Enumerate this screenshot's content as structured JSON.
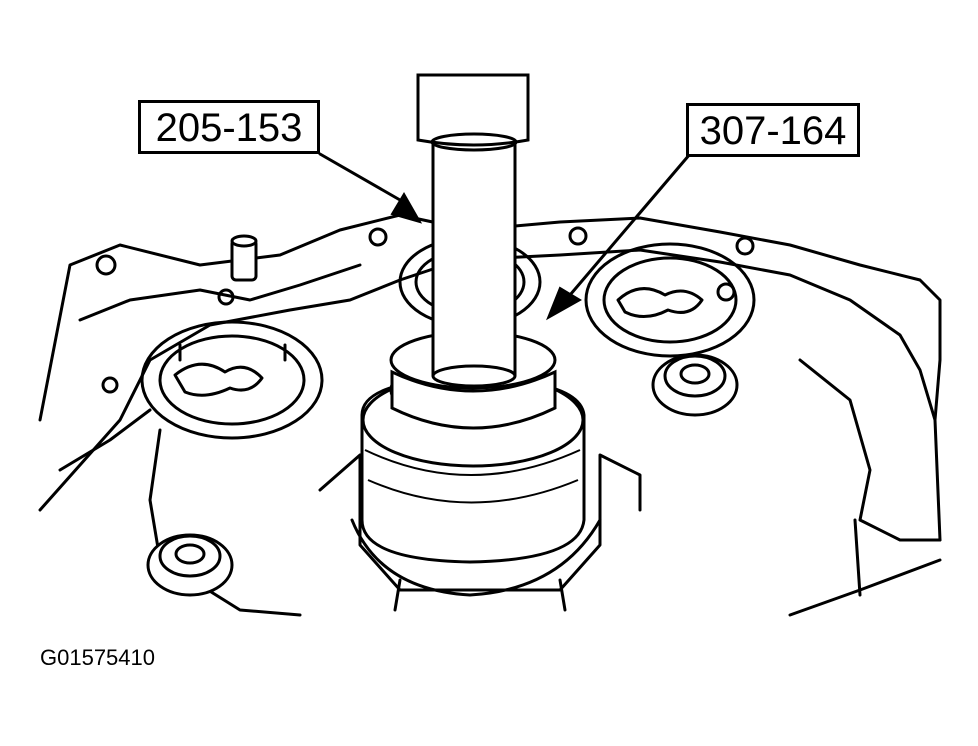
{
  "callouts": [
    {
      "label": "205-153"
    },
    {
      "label": "307-164"
    }
  ],
  "figure_id": "G01575410"
}
